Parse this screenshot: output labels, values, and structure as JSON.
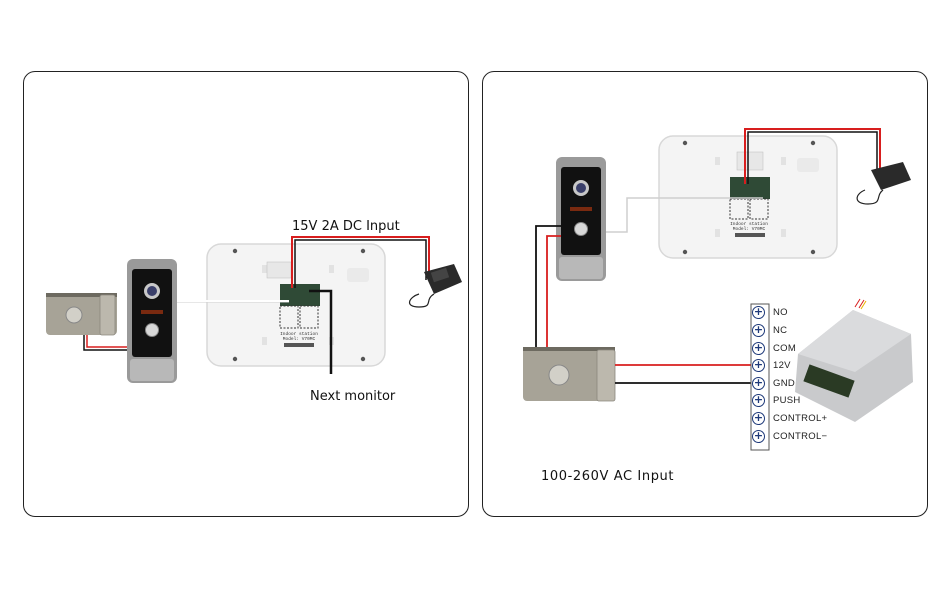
{
  "left_diagram": {
    "power_label": "15V 2A DC Input",
    "next_monitor_label": "Next monitor",
    "monitor_sticker": {
      "line1": "Indoor station",
      "line2": "Model: V70MC"
    }
  },
  "right_diagram": {
    "ac_input_label": "100-260V AC Input",
    "monitor_sticker": {
      "line1": "Indoor station",
      "line2": "Model: V70MC"
    },
    "terminals": [
      {
        "label": "NO"
      },
      {
        "label": "NC"
      },
      {
        "label": "COM"
      },
      {
        "label": "12V"
      },
      {
        "label": "GND"
      },
      {
        "label": "PUSH"
      },
      {
        "label": "CONTROL+"
      },
      {
        "label": "CONTROL−"
      }
    ],
    "terminal_symbol": "+"
  },
  "colors": {
    "wire_red": "#d81e1e",
    "wire_black": "#111111",
    "panel_border": "#222222"
  }
}
